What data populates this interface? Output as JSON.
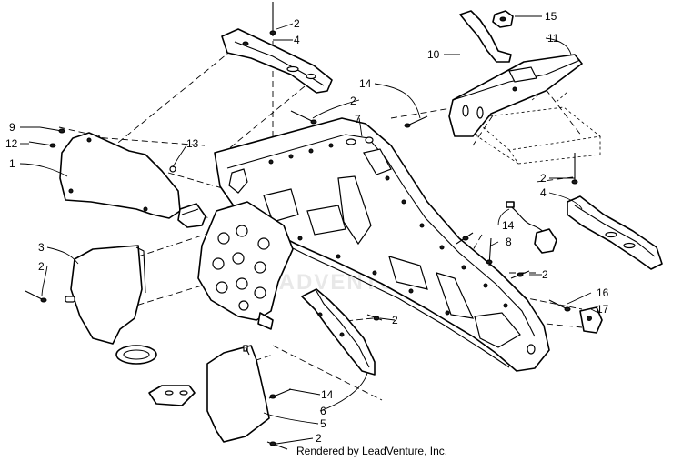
{
  "watermark": "LEADVENTURE",
  "credit": "Rendered by LeadVenture, Inc.",
  "callouts": [
    {
      "id": "c1",
      "text": "1"
    },
    {
      "id": "c2a",
      "text": "2"
    },
    {
      "id": "c2b",
      "text": "2"
    },
    {
      "id": "c2c",
      "text": "2"
    },
    {
      "id": "c2d",
      "text": "2"
    },
    {
      "id": "c2e",
      "text": "2"
    },
    {
      "id": "c2f",
      "text": "2"
    },
    {
      "id": "c2g",
      "text": "2"
    },
    {
      "id": "c3",
      "text": "3"
    },
    {
      "id": "c4a",
      "text": "4"
    },
    {
      "id": "c4b",
      "text": "4"
    },
    {
      "id": "c5",
      "text": "5"
    },
    {
      "id": "c6",
      "text": "6"
    },
    {
      "id": "c7",
      "text": "7"
    },
    {
      "id": "c8",
      "text": "8"
    },
    {
      "id": "c9",
      "text": "9"
    },
    {
      "id": "c10",
      "text": "10"
    },
    {
      "id": "c11",
      "text": "11"
    },
    {
      "id": "c12",
      "text": "12"
    },
    {
      "id": "c13",
      "text": "13"
    },
    {
      "id": "c14a",
      "text": "14"
    },
    {
      "id": "c14b",
      "text": "14"
    },
    {
      "id": "c14c",
      "text": "14"
    },
    {
      "id": "c15",
      "text": "15"
    },
    {
      "id": "c16",
      "text": "16"
    },
    {
      "id": "c17",
      "text": "17"
    }
  ]
}
